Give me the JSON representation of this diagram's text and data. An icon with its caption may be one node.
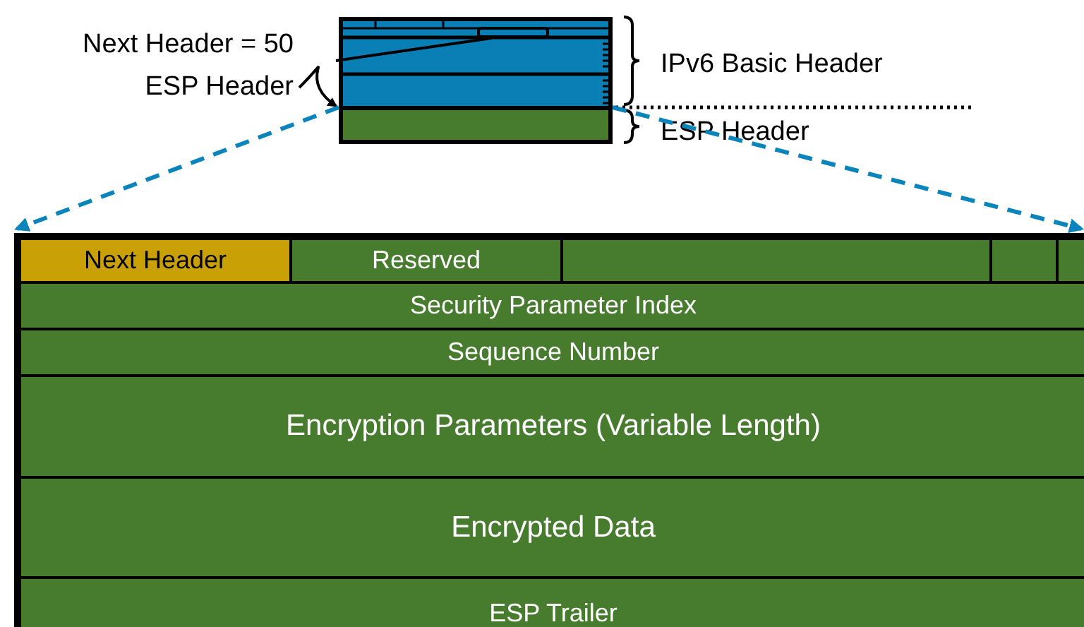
{
  "diagram": {
    "nodes": [
      {
        "text": [
          "Next Header = 50"
        ]
      },
      {
        "text": [
          "ESP Header"
        ]
      },
      {
        "text": [],
        "shape": "box"
      },
      {
        "text": [],
        "shape": "bar",
        "in": 2
      },
      {
        "text": [],
        "shape": "box"
      },
      {
        "text": [],
        "shape": "box"
      },
      {
        "text": [
          "Next Header"
        ],
        "in": 5
      },
      {
        "text": [
          "Reserved"
        ],
        "in": 5
      },
      {
        "text": [],
        "shape": "box",
        "in": 5
      },
      {
        "text": [],
        "shape": "box",
        "in": 5
      },
      {
        "text": [],
        "shape": "box",
        "in": 5
      },
      {
        "text": [
          "Security Parameter Index"
        ],
        "in": 5
      },
      {
        "text": [
          "Sequence Number"
        ],
        "in": 5
      },
      {
        "text": [
          "Encryption Parameters (Variable Length)"
        ],
        "in": 5
      },
      {
        "text": [
          "Encrypted Data"
        ],
        "in": 5
      },
      {
        "text": [
          "ESP Trailer"
        ],
        "in": 5
      }
    ],
    "edges": [
      {
        "from": 0,
        "to": 3,
        "arrow": "none",
        "color": "#000000"
      },
      {
        "from": 1,
        "to": 4,
        "arrow": "to",
        "color": "#000000"
      },
      {
        "from": 4,
        "to": 5,
        "arrow": "to",
        "style": "dashed",
        "color": "#0a84bb"
      },
      {
        "from": 4,
        "to": 5,
        "arrow": "to",
        "style": "dashed",
        "color": "#0a84bb"
      }
    ],
    "labels": [
      "IPv6 Basic Header",
      "ESP Header"
    ]
  }
}
